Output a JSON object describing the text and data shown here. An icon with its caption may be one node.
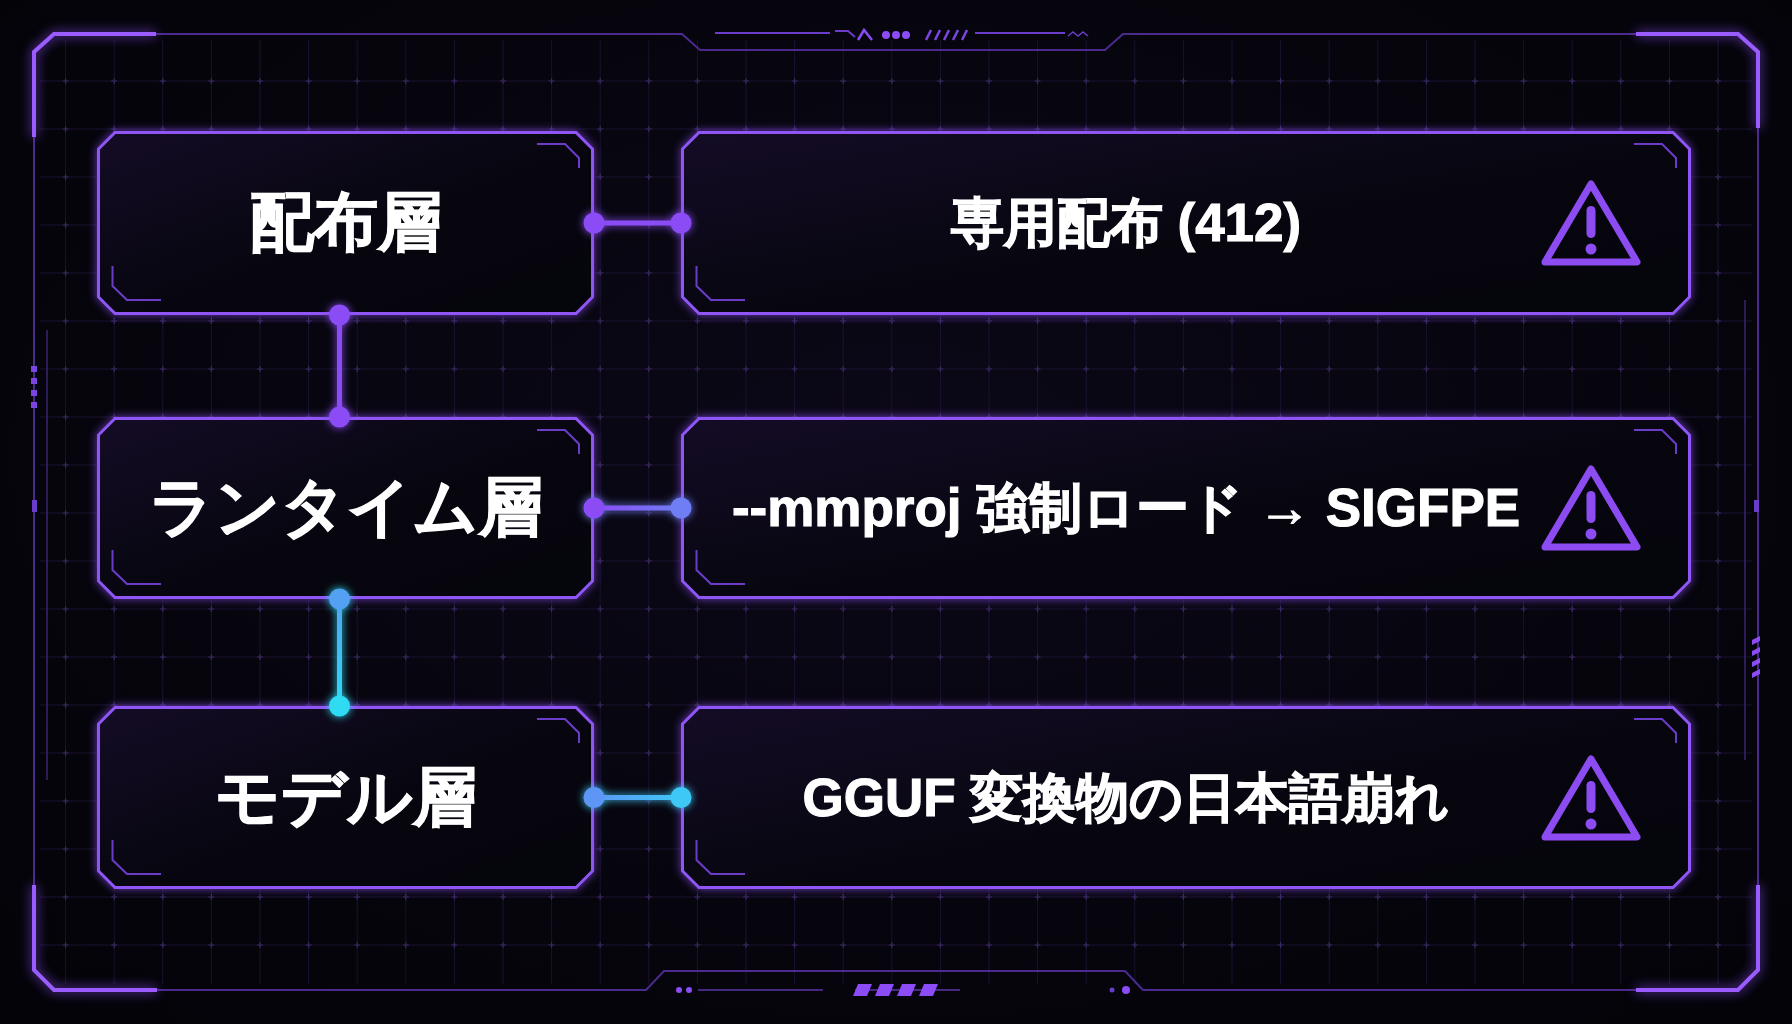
{
  "diagram": {
    "nodes": [
      {
        "text": [
          "配布層"
        ]
      },
      {
        "text": [
          "専用配布 (412)"
        ]
      },
      {
        "text": [
          "ランタイム層"
        ]
      },
      {
        "text": [
          "--mmproj 強制ロード → SIGFPE"
        ]
      },
      {
        "text": [
          "モデル層"
        ]
      },
      {
        "text": [
          "GGUF 変換物の日本語崩れ"
        ]
      }
    ],
    "edges": [
      {
        "from": 0,
        "to": 1,
        "arrow": "other"
      },
      {
        "from": 0,
        "to": 2,
        "arrow": "other"
      },
      {
        "from": 2,
        "to": 3,
        "arrow": "other",
        "color": "#6f7ef5"
      },
      {
        "from": 2,
        "to": 4,
        "arrow": "other",
        "color": "#2fdaf3"
      },
      {
        "from": 4,
        "to": 5,
        "arrow": "other",
        "color": "#3ec8f5"
      }
    ]
  }
}
